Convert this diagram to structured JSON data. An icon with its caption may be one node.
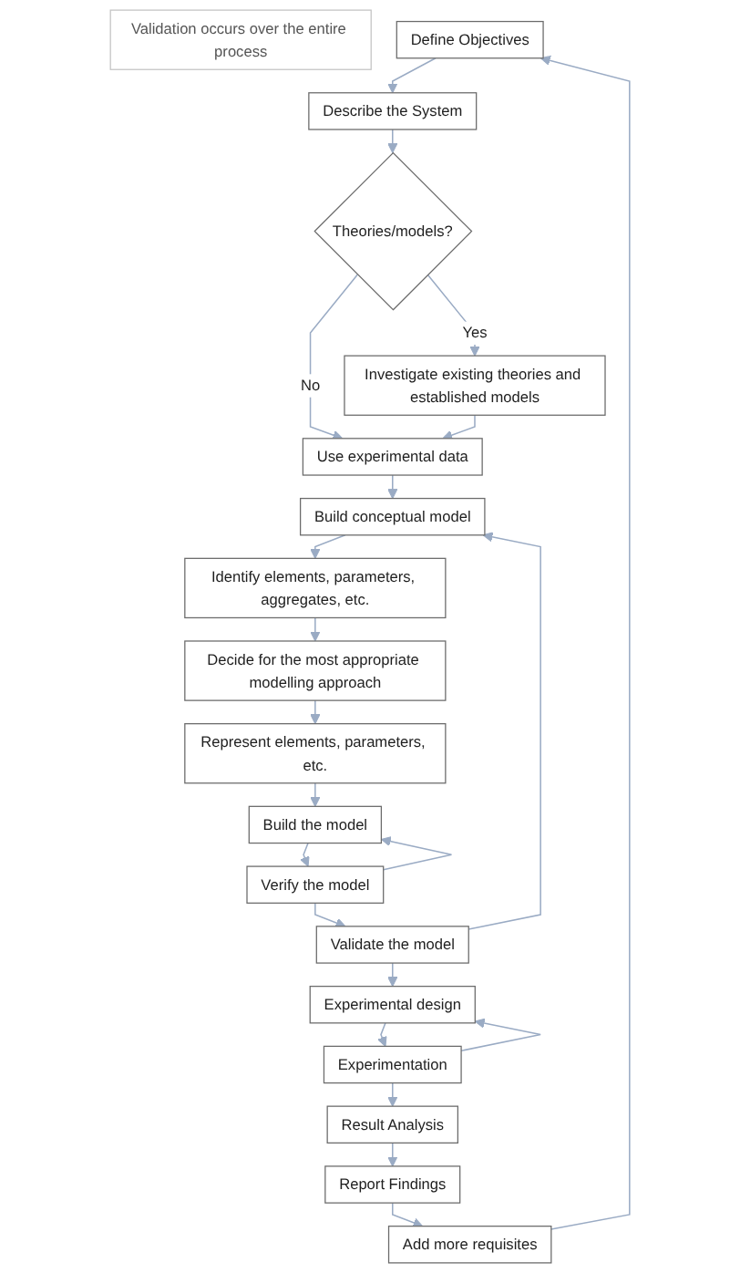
{
  "diagram": {
    "nodes": [
      {
        "text": [
          "Validation occurs over the entire process"
        ]
      },
      {
        "text": [
          "Define Objectives"
        ]
      },
      {
        "text": [
          "Describe the System"
        ]
      },
      {
        "text": [
          "Theories/models?"
        ]
      },
      {
        "text": [
          "Investigate existing theories and established models"
        ]
      },
      {
        "text": [
          "Use experimental data"
        ]
      },
      {
        "text": [
          "Build conceptual model"
        ]
      },
      {
        "text": [
          "Identify elements, parameters, aggregates, etc."
        ]
      },
      {
        "text": [
          "Decide for the most appropriate modelling approach"
        ]
      },
      {
        "text": [
          "Represent elements, parameters, etc."
        ]
      },
      {
        "text": [
          "Build the model"
        ]
      },
      {
        "text": [
          "Verify the model"
        ]
      },
      {
        "text": [
          "Validate the model"
        ]
      },
      {
        "text": [
          "Experimental design"
        ]
      },
      {
        "text": [
          "Experimentation"
        ]
      },
      {
        "text": [
          "Result Analysis"
        ]
      },
      {
        "text": [
          "Report Findings"
        ]
      },
      {
        "text": [
          "Add more requisites"
        ]
      }
    ],
    "edges": [
      {
        "from": 1,
        "to": 2,
        "arrow": "to"
      },
      {
        "from": 2,
        "to": 3,
        "arrow": "to"
      },
      {
        "from": 3,
        "to": 4,
        "arrow": "to",
        "label": "Yes"
      },
      {
        "from": 3,
        "to": 5,
        "arrow": "to",
        "label": "No"
      },
      {
        "from": 4,
        "to": 5,
        "arrow": "to"
      },
      {
        "from": 5,
        "to": 6,
        "arrow": "to"
      },
      {
        "from": 6,
        "to": 7,
        "arrow": "to"
      },
      {
        "from": 7,
        "to": 8,
        "arrow": "to"
      },
      {
        "from": 8,
        "to": 9,
        "arrow": "to"
      },
      {
        "from": 9,
        "to": 10,
        "arrow": "to"
      },
      {
        "from": 10,
        "to": 11,
        "arrow": "to"
      },
      {
        "from": 11,
        "to": 10,
        "arrow": "to"
      },
      {
        "from": 11,
        "to": 12,
        "arrow": "to"
      },
      {
        "from": 12,
        "to": 6,
        "arrow": "to"
      },
      {
        "from": 12,
        "to": 13,
        "arrow": "to"
      },
      {
        "from": 13,
        "to": 14,
        "arrow": "to"
      },
      {
        "from": 14,
        "to": 13,
        "arrow": "to"
      },
      {
        "from": 14,
        "to": 15,
        "arrow": "to"
      },
      {
        "from": 15,
        "to": 16,
        "arrow": "to"
      },
      {
        "from": 16,
        "to": 17,
        "arrow": "to"
      },
      {
        "from": 17,
        "to": 1,
        "arrow": "to"
      }
    ]
  }
}
